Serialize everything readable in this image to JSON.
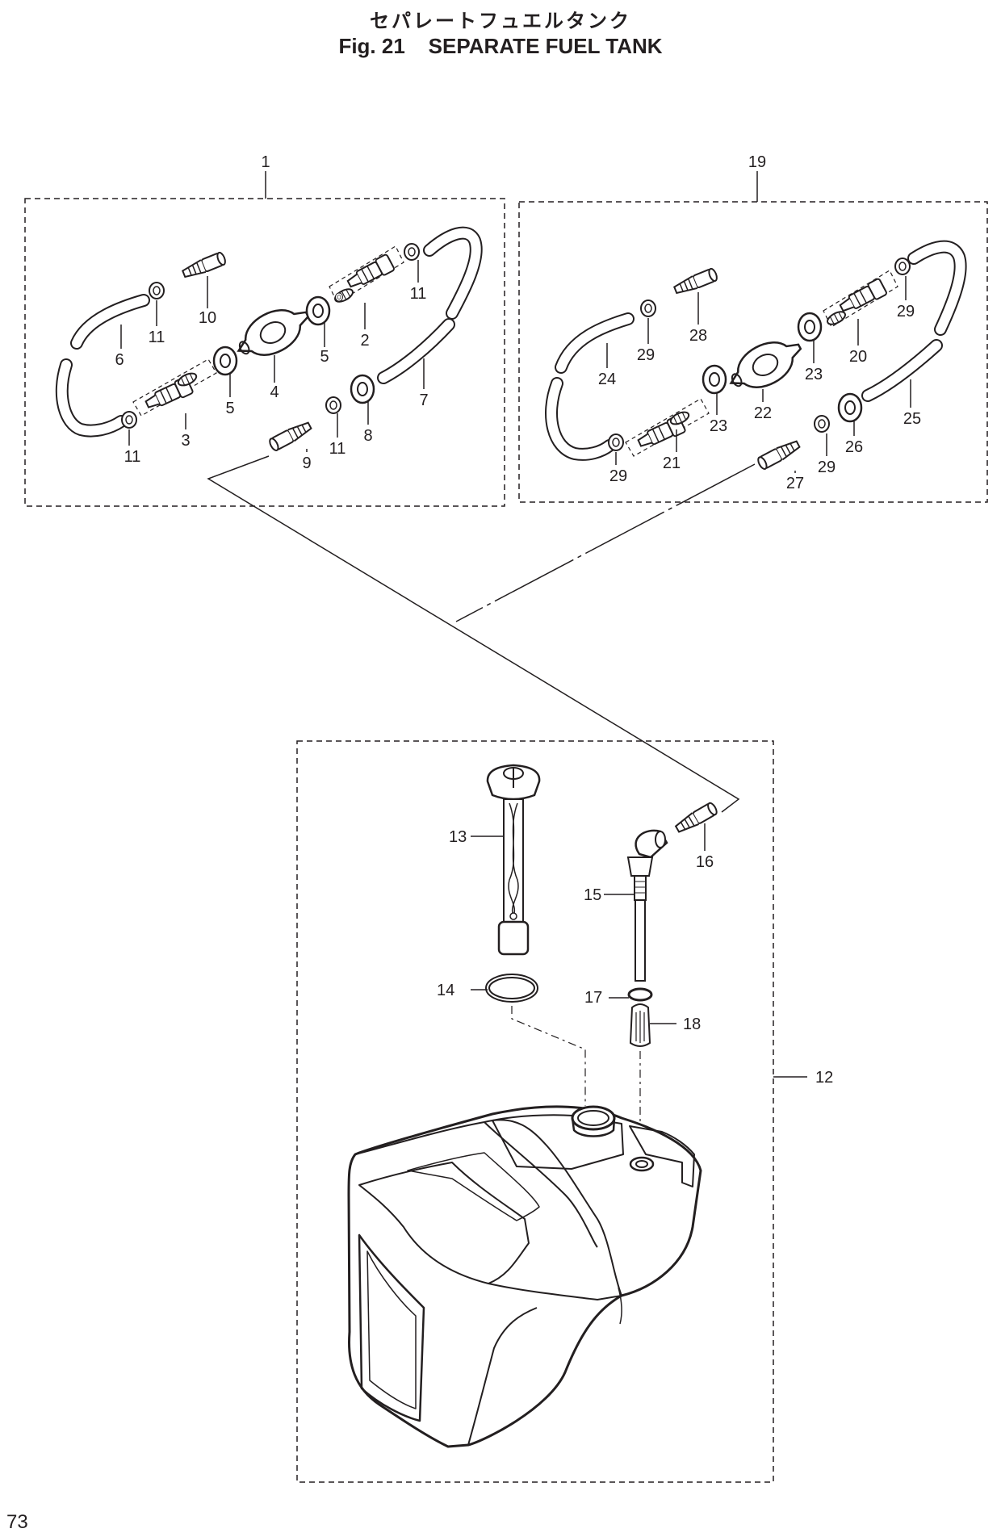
{
  "title": {
    "japanese": "セパレートフュエルタンク",
    "english": "Fig. 21    SEPARATE FUEL TANK"
  },
  "page_number": "73",
  "callouts": [
    "1",
    "2",
    "3",
    "4",
    "5",
    "5",
    "6",
    "7",
    "8",
    "9",
    "10",
    "11",
    "11",
    "11",
    "11",
    "12",
    "13",
    "14",
    "15",
    "16",
    "17",
    "18",
    "19",
    "20",
    "21",
    "22",
    "23",
    "23",
    "24",
    "25",
    "26",
    "27",
    "28",
    "29",
    "29",
    "29",
    "29"
  ]
}
